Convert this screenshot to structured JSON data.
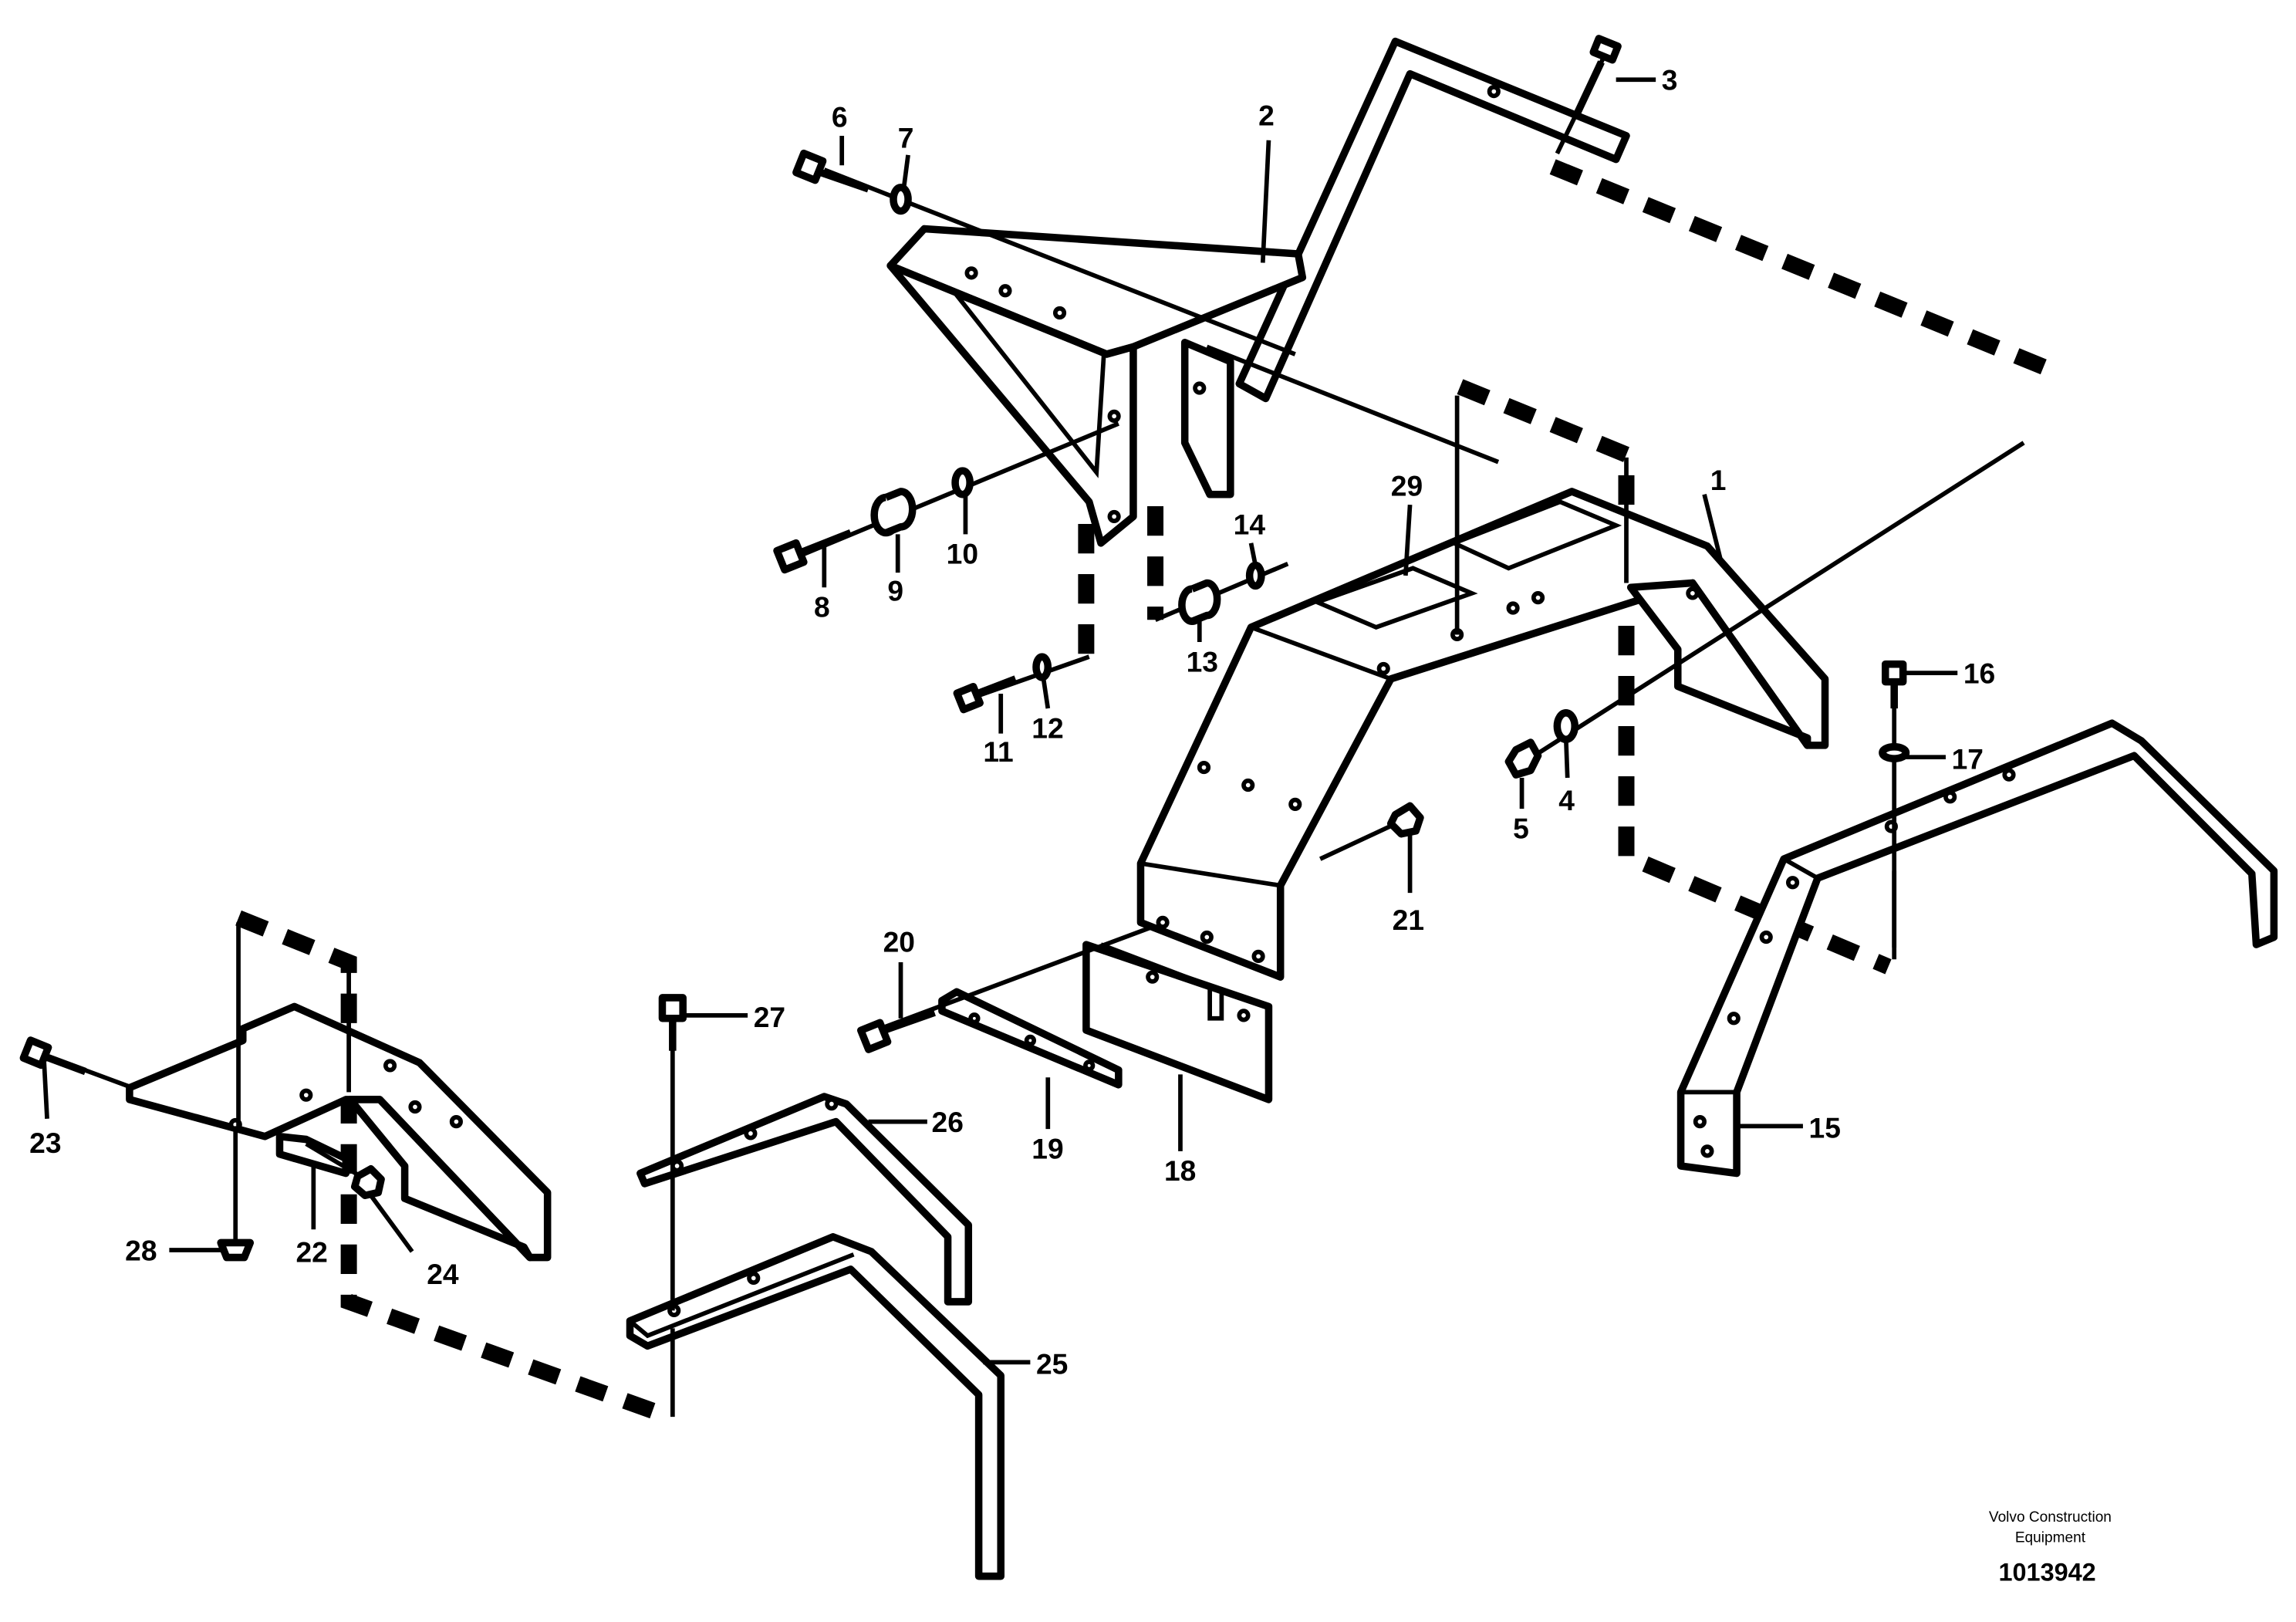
{
  "callouts": {
    "c1": "1",
    "c2": "2",
    "c3": "3",
    "c4": "4",
    "c5": "5",
    "c6": "6",
    "c7": "7",
    "c8": "8",
    "c9": "9",
    "c10": "10",
    "c11": "11",
    "c12": "12",
    "c13": "13",
    "c14": "14",
    "c15": "15",
    "c16": "16",
    "c17": "17",
    "c18": "18",
    "c19": "19",
    "c20": "20",
    "c21": "21",
    "c22": "22",
    "c23": "23",
    "c24": "24",
    "c25": "25",
    "c26": "26",
    "c27": "27",
    "c28": "28",
    "c29": "29"
  },
  "footer": {
    "brand_line1": "Volvo Construction",
    "brand_line2": "Equipment",
    "doc_number": "1013942"
  }
}
